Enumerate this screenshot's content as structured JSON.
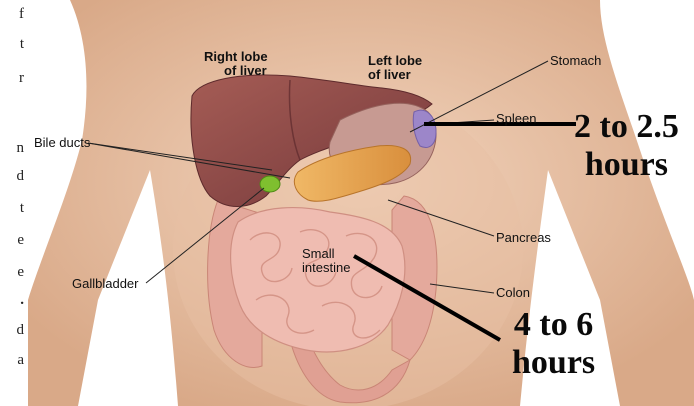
{
  "cropped_text_chars": [
    "f",
    "t",
    "r",
    "n",
    "d",
    "t",
    "e",
    "e",
    ".",
    "d",
    "a"
  ],
  "labels": {
    "right_lobe": [
      "Right lobe",
      "of liver"
    ],
    "left_lobe": [
      "Left lobe",
      "of liver"
    ],
    "stomach": "Stomach",
    "bile_ducts": "Bile ducts",
    "spleen": "Spleen",
    "pancreas": "Pancreas",
    "gallbladder": "Gallbladder",
    "small_intestine": [
      "Small",
      "intestine"
    ],
    "colon": "Colon"
  },
  "annotations": {
    "stomach_time": [
      "2 to 2.5",
      "hours"
    ],
    "intestine_time": [
      "4 to 6",
      "hours"
    ]
  },
  "colors": {
    "skin": "#e9c4a8",
    "liver": "#8c4a45",
    "stomach": "#c79a92",
    "pancreas": "#e6a653",
    "intestine": "#efbcb1",
    "colon": "#e4a99c",
    "spleen": "#9c86c9",
    "gallbladder": "#7fbf2f"
  }
}
